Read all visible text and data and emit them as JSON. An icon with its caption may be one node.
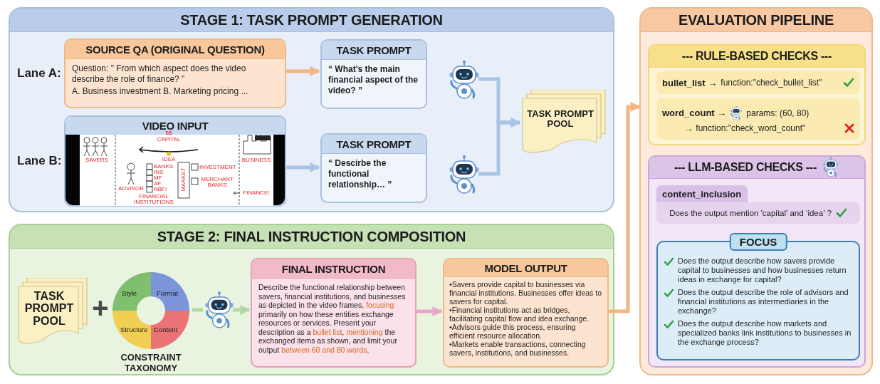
{
  "diagram": {
    "nodes": [
      {
        "text": [
          "STAGE 1: TASK PROMPT GENERATION"
        ]
      },
      {
        "text": [
          "SOURCE QA (ORIGINAL QUESTION)",
          "Question: \" From which aspect does the video describe the role of finance? \"",
          "A. Business investment B. Marketing pricing ..."
        ],
        "in": 0,
        "beside": [
          "Lane A:"
        ]
      },
      {
        "text": [
          "VIDEO INPUT"
        ],
        "in": 0,
        "beside": [
          "Lane B:"
        ]
      },
      {
        "text": [
          "TASK PROMPT",
          "“ What's the main financial aspect of the video? ”"
        ],
        "in": 0
      },
      {
        "text": [
          "TASK PROMPT",
          "“ Descirbe the functional relationship… ”"
        ],
        "in": 0
      },
      {
        "text": [],
        "shape": "picture",
        "in": 0
      },
      {
        "text": [],
        "shape": "picture",
        "in": 0
      },
      {
        "text": [
          "TASK PROMPT POOL"
        ],
        "in": 0
      },
      {
        "text": [
          "STAGE 2: FINAL INSTRUCTION COMPOSITION"
        ]
      },
      {
        "text": [
          "TASK PROMPT POOL"
        ],
        "in": 8
      },
      {
        "text": [
          "Style",
          "Format",
          "Structure",
          "Content",
          "CONSTRAINT TAXONOMY"
        ],
        "in": 8
      },
      {
        "text": [],
        "shape": "picture",
        "in": 8
      },
      {
        "text": [
          "FINAL INSTRUCTION",
          "Describe the functional relationship between savers, financial institutions, and businesses as depicted in the video frames, **focusing** primarily on how these entities exchange resources or services. Present your description as a **bullet list**, **mentioning** the exchanged items as shown, and limit your output **between 60 and 80 words**."
        ],
        "in": 8
      },
      {
        "text": [
          "MODEL OUTPUT",
          "•Savers provide capital to businesses via financial institutions. Businesses offer ideas to savers for capital.",
          "•Financial institutions act as bridges, facilitating capital flow and idea exchange.",
          "•Advisors guide this process, ensuring efficient resource allocation.",
          "•Markets enable transactions, connecting savers, institutions, and businesses."
        ],
        "in": 8
      },
      {
        "text": [
          "EVALUATION PIPELINE"
        ]
      },
      {
        "text": [
          "--- RULE-BASED CHECKS ---"
        ],
        "in": 14
      },
      {
        "text": [
          "bullet_list →",
          "function:\"check_bullet_list\""
        ],
        "in": 15
      },
      {
        "text": [
          "word_count →",
          "params: (60, 80)",
          "→ function:\"check_word_count\""
        ],
        "in": 15
      },
      {
        "text": [
          "--- LLM-BASED CHECKS ---"
        ],
        "in": 14
      },
      {
        "text": [
          "content_inclusion"
        ],
        "in": 18
      },
      {
        "text": [
          "Does the output mention 'capital' and ‘idea’ ?"
        ],
        "in": 18
      },
      {
        "text": [
          "FOCUS",
          "Does the output describe how savers provide capital to businesses and how businesses return ideas in exchange for capital?",
          "Does the output describe the role of advisors and financial institutions as intermediaries in the exchange?",
          "Does the output describe how markets and specialized banks link institutions to businesses in the exchange process?"
        ],
        "in": 18
      }
    ],
    "edges": [
      {
        "from": 1,
        "to": 3,
        "arrow": "to",
        "color": "#f5b482"
      },
      {
        "from": 2,
        "to": 4,
        "arrow": "to"
      },
      {
        "from": 5,
        "to": 7,
        "arrow": "to"
      },
      {
        "from": 6,
        "to": 7,
        "arrow": "to"
      },
      {
        "from": 10,
        "to": 11,
        "arrow": "none",
        "color": "#b3d9a3"
      },
      {
        "from": 11,
        "to": 12,
        "arrow": "to",
        "color": "#b3d9a3"
      },
      {
        "from": 12,
        "to": 13,
        "arrow": "to",
        "color": "#e8a6c2"
      },
      {
        "from": 13,
        "to": 14,
        "arrow": "to",
        "color": "#f5b482"
      }
    ],
    "labels": [
      "$$",
      "CAPITAL",
      "IDEA",
      "SAVERS",
      "BUSINESS",
      "BANKS",
      "INS",
      "MF",
      "AF",
      "NBFI",
      "ADVISOR",
      "MARKET",
      "INVESTMENT",
      "MERCHANT BANKS",
      "FINANCE!",
      "FINANCIAL INSTITUTIONS",
      "+"
    ]
  }
}
